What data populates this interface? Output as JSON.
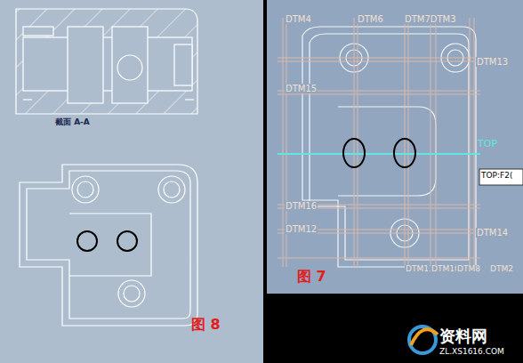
{
  "diagram": {
    "labels": [
      "截面 A-A",
      "图 8",
      "DTM4",
      "DTM6",
      "DTM7DTM3",
      "DTM13",
      "DTM15",
      "TOP",
      "TOP:F2(",
      "DTM16",
      "DTM12",
      "DTM14",
      "DTM11",
      "DTM10",
      "DTM8",
      "DTM2",
      "图 7",
      "资料网",
      "ZL.XS1616.COM"
    ]
  }
}
